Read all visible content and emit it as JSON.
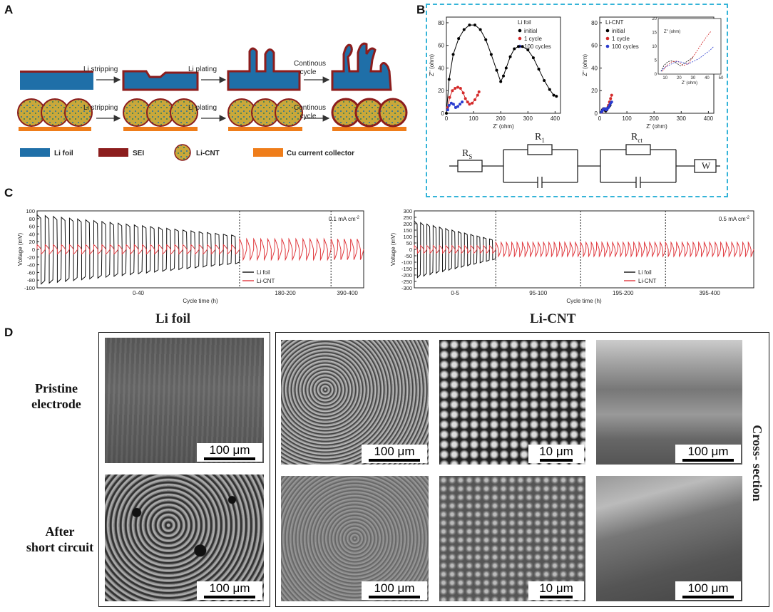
{
  "panels": {
    "a": "A",
    "b": "B",
    "c": "C",
    "d": "D"
  },
  "panelA": {
    "steps": [
      "Li stripping",
      "Li plating",
      "Continous\ncycle"
    ],
    "legend": [
      {
        "label": "Li foil",
        "color": "#1f6fa8"
      },
      {
        "label": "SEI",
        "color": "#8c1d1d"
      },
      {
        "label": "Li-CNT",
        "color": "#c9a83a"
      },
      {
        "label": "Cu current collector",
        "color": "#ef7d1a"
      }
    ]
  },
  "panelB": {
    "left": {
      "legend_title": "Li foil",
      "ylabel": "Z'' (ohm)",
      "xlabel": "Z' (ohm)",
      "xticks": [
        "0",
        "100",
        "200",
        "300",
        "400"
      ],
      "yticks": [
        "0",
        "20",
        "40",
        "60",
        "80"
      ]
    },
    "right": {
      "legend_title": "Li-CNT",
      "ylabel": "Z'' (ohm)",
      "xlabel": "Z' (ohm)",
      "xticks": [
        "0",
        "100",
        "200",
        "300",
        "400"
      ],
      "yticks": [
        "0",
        "20",
        "40",
        "60",
        "80"
      ],
      "inset": {
        "xticks": [
          "10",
          "20",
          "30",
          "40",
          "50"
        ],
        "yticks": [
          "0",
          "5",
          "10",
          "15",
          "20"
        ],
        "xlabel": "Z' (ohm)",
        "ylabel": "Z'' (ohm)"
      }
    },
    "series": [
      {
        "name": "initial",
        "color": "#000000"
      },
      {
        "name": "1 cycle",
        "color": "#d42a2a"
      },
      {
        "name": "100 cycles",
        "color": "#2a3ccf"
      }
    ],
    "circuit": {
      "rs": "R",
      "rs_sub": "S",
      "r1": "R",
      "r1_sub": "1",
      "rct": "R",
      "rct_sub": "ct",
      "w": "W"
    },
    "border_color": "#35b4d8"
  },
  "panelC": {
    "left": {
      "ylabel": "Voltage (mV)",
      "xlabel": "Cycle time (h)",
      "yticks": [
        "100",
        "80",
        "60",
        "40",
        "20",
        "0",
        "-20",
        "-40",
        "-60",
        "-80",
        "-100"
      ],
      "segments": [
        "0-40",
        "180-200",
        "390-400"
      ],
      "current": "0.1 mA cm",
      "current_sup": "-2",
      "legend": [
        "Li foil",
        "Li-CNT"
      ]
    },
    "right": {
      "ylabel": "Voltage (mV)",
      "xlabel": "Cycle time (h)",
      "yticks": [
        "300",
        "250",
        "200",
        "150",
        "100",
        "50",
        "0",
        "-50",
        "-100",
        "-150",
        "-200",
        "-250",
        "-300"
      ],
      "segments": [
        "0-5",
        "95-100",
        "195-200",
        "395-400"
      ],
      "current": "0.5 mA cm",
      "current_sup": "-2",
      "legend": [
        "Li foil",
        "Li-CNT"
      ]
    },
    "titles": [
      "Li foil",
      "Li-CNT"
    ]
  },
  "panelD": {
    "row_labels": [
      "Pristine\nelectrode",
      "After\nshort circuit"
    ],
    "side_label": "Cross- section",
    "scale_labels": {
      "foil_top": "100 μm",
      "foil_bottom": "100 μm",
      "cnt_top_1": "100 μm",
      "cnt_top_2": "10 μm",
      "cnt_top_3": "100 μm",
      "cnt_bot_1": "100 μm",
      "cnt_bot_2": "10 μm",
      "cnt_bot_3": "100 μm"
    }
  },
  "chart_data": [
    {
      "type": "line",
      "title": "Li foil",
      "xlabel": "Z' (ohm)",
      "ylabel": "Z'' (ohm)",
      "xlim": [
        0,
        420
      ],
      "ylim": [
        0,
        85
      ],
      "series": [
        {
          "name": "initial",
          "x": [
            0,
            10,
            25,
            45,
            65,
            85,
            105,
            125,
            145,
            165,
            185,
            200,
            210,
            220,
            235,
            250,
            265,
            280,
            300,
            320,
            340,
            360,
            380,
            395,
            405
          ],
          "y": [
            0,
            30,
            52,
            66,
            74,
            78,
            78,
            74,
            65,
            52,
            38,
            28,
            33,
            40,
            50,
            57,
            59,
            59,
            56,
            49,
            39,
            29,
            21,
            16,
            15
          ]
        },
        {
          "name": "1 cycle",
          "x": [
            5,
            12,
            22,
            32,
            42,
            52,
            62,
            70,
            78,
            85,
            95,
            105,
            115,
            120
          ],
          "y": [
            5,
            14,
            20,
            22,
            23,
            22,
            18,
            13,
            10,
            8,
            9,
            12,
            16,
            19
          ]
        },
        {
          "name": "100 cycles",
          "x": [
            5,
            10,
            18,
            26,
            34,
            42,
            50,
            58
          ],
          "y": [
            3,
            7,
            9,
            8,
            5,
            6,
            8,
            10
          ]
        }
      ]
    },
    {
      "type": "line",
      "title": "Li-CNT",
      "xlabel": "Z' (ohm)",
      "ylabel": "Z'' (ohm)",
      "xlim": [
        0,
        420
      ],
      "ylim": [
        0,
        85
      ],
      "series": [
        {
          "name": "initial",
          "x": [
            7,
            10,
            14,
            18,
            22,
            26,
            30,
            34,
            38
          ],
          "y": [
            1,
            3,
            4,
            3,
            2,
            3,
            5,
            6,
            7
          ]
        },
        {
          "name": "1 cycle",
          "x": [
            8,
            12,
            16,
            20,
            24,
            28,
            32,
            36,
            40,
            44
          ],
          "y": [
            1,
            3,
            4,
            4,
            3,
            4,
            7,
            10,
            13,
            16
          ]
        },
        {
          "name": "100 cycles",
          "x": [
            6,
            9,
            12,
            16,
            20,
            24,
            28,
            32,
            36,
            40,
            44
          ],
          "y": [
            1,
            2,
            3,
            4,
            4,
            3,
            4,
            5,
            7,
            9,
            10
          ]
        }
      ]
    }
  ]
}
